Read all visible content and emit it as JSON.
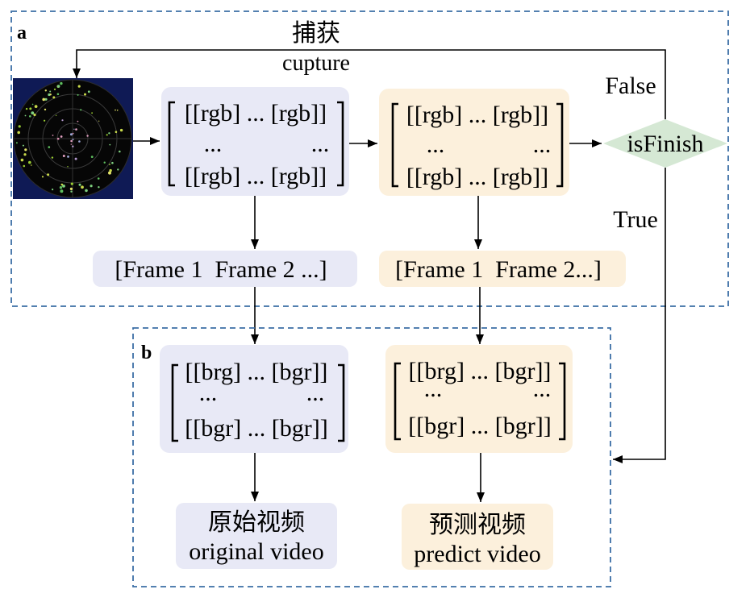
{
  "panel_a": {
    "label": "a"
  },
  "panel_b": {
    "label": "b"
  },
  "capture": {
    "zh": "捕获",
    "en": "cupture"
  },
  "decision": {
    "label": "isFinish",
    "false_label": "False",
    "true_label": "True"
  },
  "matrix_rgb_original": {
    "row1": "[[rgb] ... [rgb]]",
    "row2_left": "...",
    "row2_right": "...",
    "row3": "[[rgb] ... [rgb]]"
  },
  "matrix_rgb_predict": {
    "row1": "[[rgb] ... [rgb]]",
    "row2_left": "...",
    "row2_right": "...",
    "row3": "[[rgb] ... [rgb]]"
  },
  "frames_original": "[Frame 1  Frame 2 ...]",
  "frames_predict": "[Frame 1  Frame 2...]",
  "matrix_bgr_original": {
    "row1": "[[brg] ... [bgr]]",
    "row2_left": "...",
    "row2_right": "...",
    "row3": "[[bgr] ... [bgr]]"
  },
  "matrix_bgr_predict": {
    "row1": "[[brg] ... [bgr]]",
    "row2_left": "...",
    "row2_right": "...",
    "row3": "[[bgr] ... [bgr]]"
  },
  "output_original": {
    "zh": "原始视频",
    "en": "original video"
  },
  "output_predict": {
    "zh": "预测视频",
    "en": "predict video"
  },
  "colors": {
    "panel_border": "#3b6ea5",
    "original_fill": "#e8e9f6",
    "predict_fill": "#fcf0dc",
    "decision_fill": "#d5e8d4",
    "radar_background": "#0f1a55"
  },
  "icons": {
    "source_image": "radar-scan-image"
  }
}
